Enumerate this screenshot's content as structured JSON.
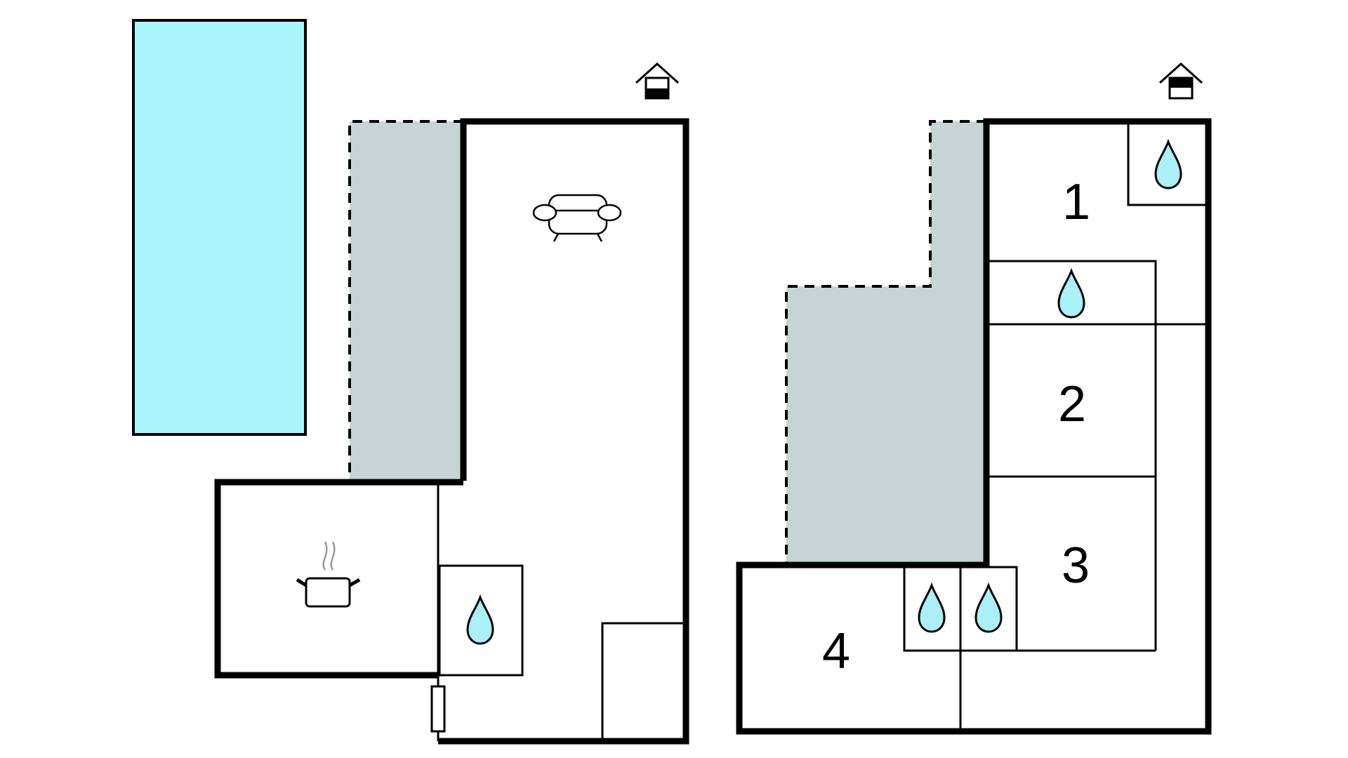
{
  "diagram": {
    "rooms": {
      "bedroom_1": "1",
      "bedroom_2": "2",
      "bedroom_3": "3",
      "bedroom_4": "4"
    },
    "icons": {
      "ground_floor_marker": "house-ground-floor-icon",
      "upper_floor_marker": "house-upper-floor-icon",
      "living_room": "sofa-icon",
      "kitchen": "cooking-pot-icon",
      "bathroom": "water-drop-icon"
    },
    "colors": {
      "wall": "#000000",
      "pool": "#aaf5fb",
      "terrace": "#c8d3d5",
      "water_drop": "#aaf0f6",
      "background": "#ffffff"
    }
  }
}
